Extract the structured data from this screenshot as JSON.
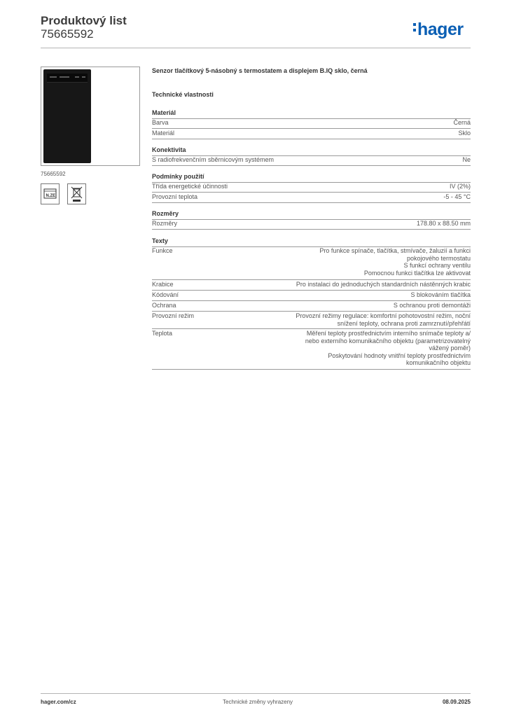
{
  "header": {
    "title": "Produktový list",
    "code": "75665592",
    "logo_text": "hager",
    "logo_color": "#0b5fb4"
  },
  "sidebar": {
    "product_code": "75665592",
    "cert_icons": [
      "energy-label-icon",
      "weee-bin-icon"
    ]
  },
  "main": {
    "product_name": "Senzor tlačítkový 5-násobný s termostatem a displejem B.IQ sklo, černá",
    "tech_title": "Technické vlastnosti",
    "sections": [
      {
        "title": "Materiál",
        "rows": [
          {
            "key": "Barva",
            "value": [
              "Černá"
            ]
          },
          {
            "key": "Materiál",
            "value": [
              "Sklo"
            ]
          }
        ]
      },
      {
        "title": "Konektivita",
        "rows": [
          {
            "key": "S radiofrekvenčním sběrnicovým systémem",
            "value": [
              "Ne"
            ]
          }
        ]
      },
      {
        "title": "Podmínky použití",
        "rows": [
          {
            "key": "Třída energetické účinnosti",
            "value": [
              "IV (2%)"
            ]
          },
          {
            "key": "Provozní teplota",
            "value": [
              "-5 - 45 °C"
            ]
          }
        ]
      },
      {
        "title": "Rozměry",
        "rows": [
          {
            "key": "Rozměry",
            "value": [
              "178.80 x 88.50 mm"
            ]
          }
        ]
      },
      {
        "title": "Texty",
        "rows": [
          {
            "key": "Funkce",
            "value": [
              "Pro funkce spínače, tlačítka, stmívače, žaluzií a funkci",
              "pokojového termostatu",
              "S funkcí ochrany ventilu",
              "Pomocnou funkci tlačítka lze aktivovat"
            ]
          },
          {
            "key": "Krabice",
            "value": [
              "Pro instalaci do jednoduchých standardních nástěnných krabic"
            ]
          },
          {
            "key": "Kódování",
            "value": [
              "S blokováním tlačítka"
            ]
          },
          {
            "key": "Ochrana",
            "value": [
              "S ochranou proti demontáži"
            ]
          },
          {
            "key": "Provozní režim",
            "value": [
              "Provozní režimy regulace: komfortní pohotovostní režim, noční",
              "snížení teploty, ochrana proti zamrznutí/přehřátí"
            ]
          },
          {
            "key": "Teplota",
            "value": [
              "Měření teploty prostřednictvím interního snímače teploty a/",
              "nebo externího komunikačního objektu (parametrizovatelný",
              "vážený poměr)",
              "Poskytování hodnoty vnitřní teploty prostřednictvím",
              "komunikačního objektu"
            ]
          }
        ]
      }
    ]
  },
  "footer": {
    "left": "hager.com/cz",
    "center": "Technické změny vyhrazeny",
    "right": "08.09.2025"
  }
}
